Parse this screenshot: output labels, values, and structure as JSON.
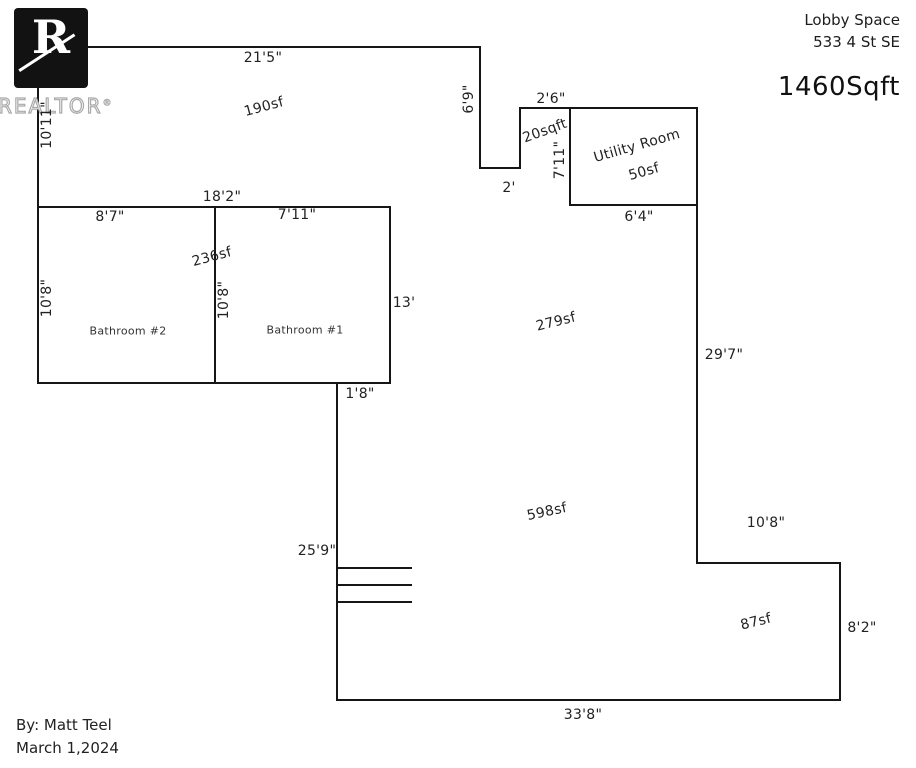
{
  "header": {
    "title": "Lobby Space",
    "address": "533 4 St SE",
    "area_total": "1460Sqft"
  },
  "logo": {
    "letter": "R",
    "wordmark": "REALTOR",
    "registered": "®"
  },
  "footer": {
    "author": "By: Matt Teel",
    "date": "March 1,2024"
  },
  "plan": {
    "rooms": {
      "bathroom1": "Bathroom #1",
      "bathroom2": "Bathroom #2",
      "utility": "Utility Room"
    },
    "areas": {
      "sf190": "190sf",
      "sf20": "20sqft",
      "sf50": "50sf",
      "sf236": "236sf",
      "sf279": "279sf",
      "sf598": "598sf",
      "sf87": "87sf"
    },
    "dims": {
      "d21_5": "21'5\"",
      "d10_11": "10'11\"",
      "d6_9": "6'9\"",
      "d2_6": "2'6\"",
      "d2": "2'",
      "d7_11v": "7'11\"",
      "d6_4": "6'4\"",
      "d18_2": "18'2\"",
      "d8_7": "8'7\"",
      "d7_11h": "7'11\"",
      "d10_8_left": "10'8\"",
      "d10_8_mid": "10'8\"",
      "d13": "13'",
      "d1_8": "1'8\"",
      "d29_7": "29'7\"",
      "d25_9": "25'9\"",
      "d10_8_right": "10'8\"",
      "d8_2": "8'2\"",
      "d33_8": "33'8\""
    }
  }
}
